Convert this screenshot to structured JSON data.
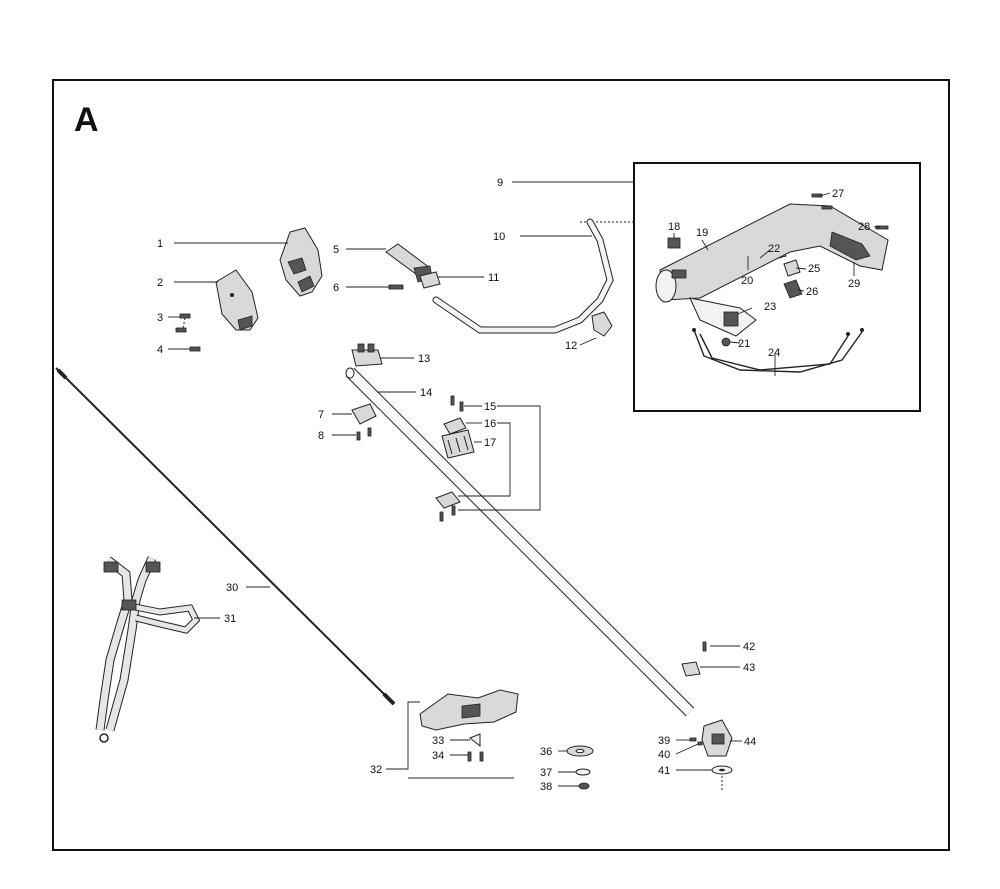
{
  "section_letter": "A",
  "labels": {
    "p1": "1",
    "p2": "2",
    "p3": "3",
    "p4": "4",
    "p5": "5",
    "p6": "6",
    "p7": "7",
    "p8": "8",
    "p9": "9",
    "p10": "10",
    "p11": "11",
    "p12": "12",
    "p13": "13",
    "p14": "14",
    "p15": "15",
    "p16": "16",
    "p17": "17",
    "p18": "18",
    "p19": "19",
    "p20": "20",
    "p21": "21",
    "p22": "22",
    "p23": "23",
    "p24": "24",
    "p25": "25",
    "p26": "26",
    "p27": "27",
    "p28": "28",
    "p29": "29",
    "p30": "30",
    "p31": "31",
    "p32": "32",
    "p33": "33",
    "p34": "34",
    "p36": "36",
    "p37": "37",
    "p38": "38",
    "p39": "39",
    "p40": "40",
    "p41": "41",
    "p42": "42",
    "p43": "43",
    "p44": "44"
  }
}
